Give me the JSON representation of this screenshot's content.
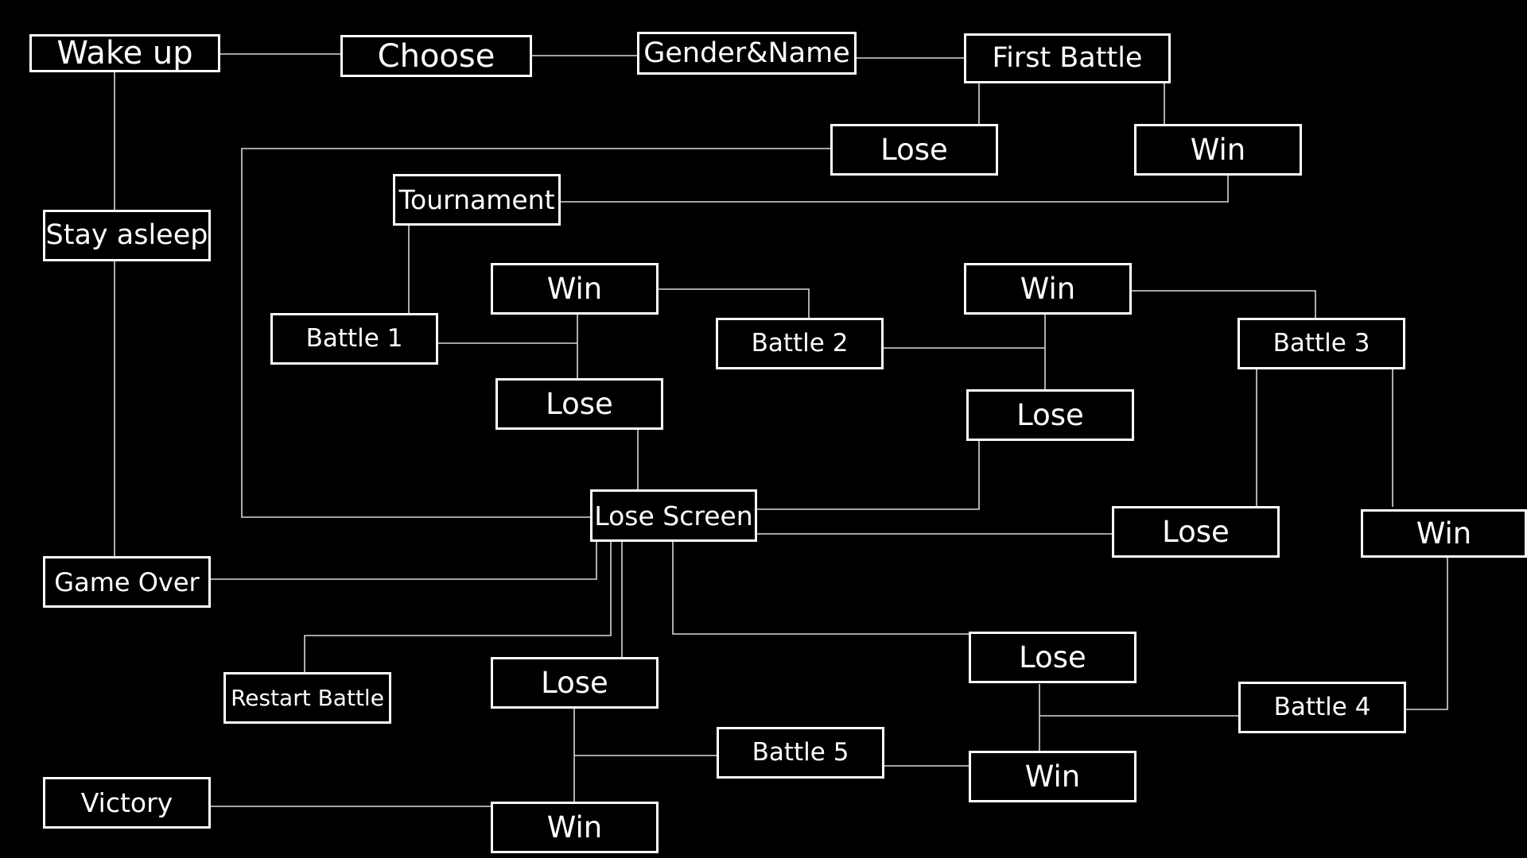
{
  "diagram": {
    "colors": {
      "background": "#000000",
      "foreground": "#ffffff",
      "line": "#d8d8d8"
    },
    "nodes": {
      "wake_up": "Wake up",
      "choose": "Choose",
      "gender_name": "Gender&Name",
      "first_battle": "First Battle",
      "first_lose": "Lose",
      "first_win": "Win",
      "stay_asleep": "Stay asleep",
      "tournament": "Tournament",
      "battle1": "Battle 1",
      "battle1_win": "Win",
      "battle1_lose": "Lose",
      "battle2": "Battle 2",
      "battle2_win": "Win",
      "battle2_lose": "Lose",
      "battle3": "Battle 3",
      "battle3_lose": "Lose",
      "battle3_win": "Win",
      "lose_screen": "Lose Screen",
      "game_over": "Game Over",
      "restart_battle": "Restart Battle",
      "battle5_lose": "Lose",
      "battle5": "Battle 5",
      "battle5_win": "Win",
      "battle4_lose": "Lose",
      "battle4_win": "Win",
      "battle4": "Battle 4",
      "victory": "Victory"
    }
  }
}
